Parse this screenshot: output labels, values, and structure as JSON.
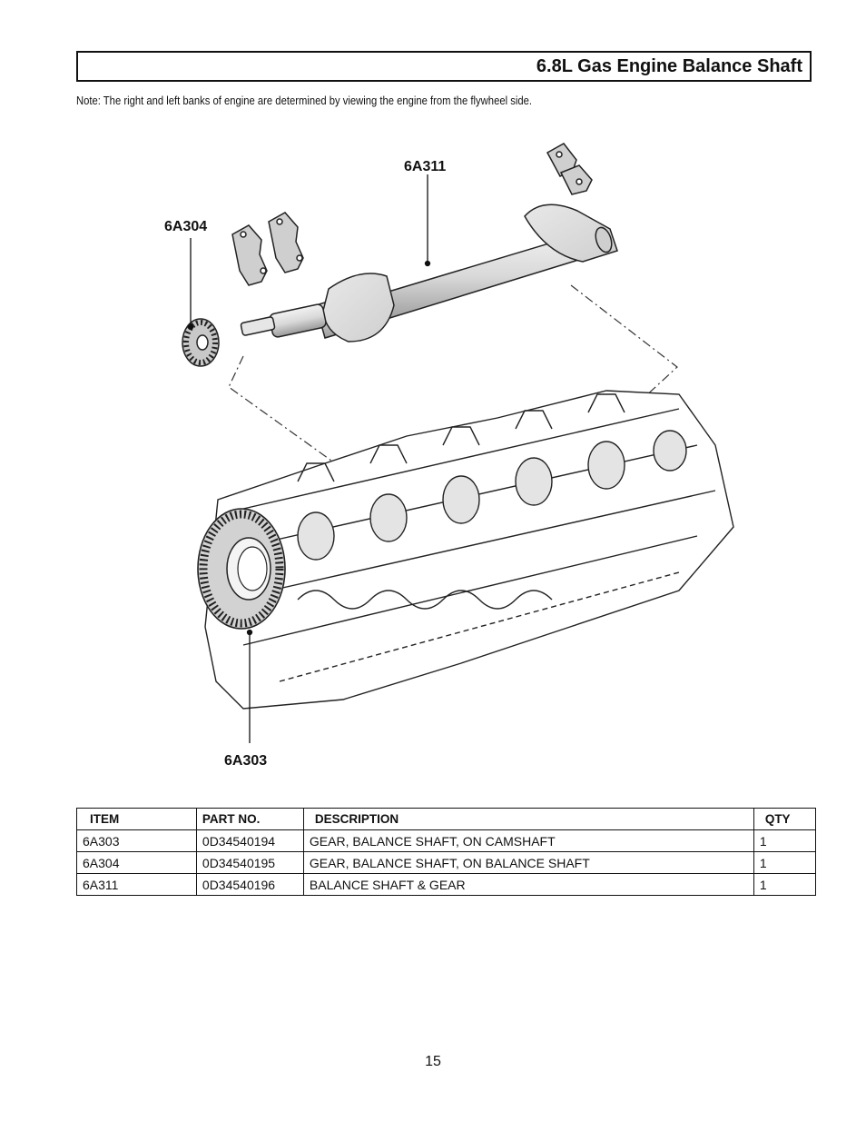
{
  "header": {
    "title": "6.8L Gas Engine Balance Shaft"
  },
  "note": "Note: The right and left banks of engine are determined by viewing the engine from the flywheel side.",
  "figure": {
    "callouts": {
      "shaft": "6A311",
      "shaft_gear": "6A304",
      "cam_gear": "6A303"
    }
  },
  "parts_table": {
    "headers": {
      "item": "ITEM",
      "part_no": "PART NO.",
      "description": "DESCRIPTION",
      "qty": "QTY"
    },
    "rows": [
      {
        "item": "6A303",
        "part_no": "0D34540194",
        "description": "GEAR, BALANCE SHAFT, ON CAMSHAFT",
        "qty": "1"
      },
      {
        "item": "6A304",
        "part_no": "0D34540195",
        "description": "GEAR, BALANCE SHAFT, ON BALANCE SHAFT",
        "qty": "1"
      },
      {
        "item": "6A311",
        "part_no": "0D34540196",
        "description": "BALANCE SHAFT & GEAR",
        "qty": "1"
      }
    ]
  },
  "footer": {
    "page_number": "15"
  }
}
